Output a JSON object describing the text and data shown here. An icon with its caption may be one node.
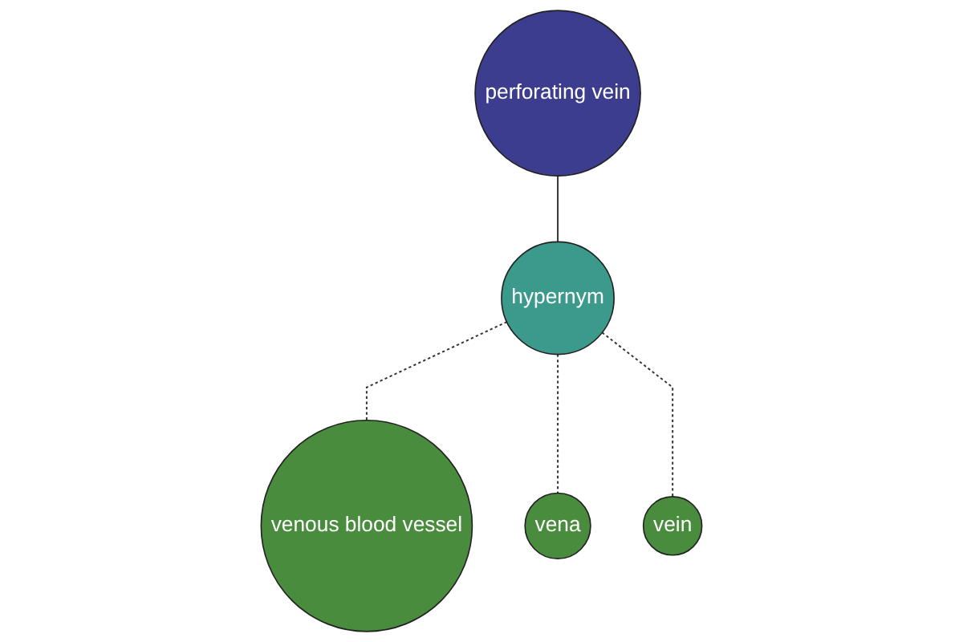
{
  "diagram": {
    "nodes": [
      {
        "text": [
          "perforating vein"
        ]
      },
      {
        "text": [
          "hypernym"
        ]
      },
      {
        "text": [
          "venous blood vessel"
        ]
      },
      {
        "text": [
          "vena"
        ]
      },
      {
        "text": [
          "vein"
        ]
      }
    ],
    "edges": [
      {
        "from": 0,
        "to": 1,
        "arrow": "none"
      },
      {
        "from": 1,
        "to": 2,
        "arrow": "none",
        "style": "dashed"
      },
      {
        "from": 1,
        "to": 3,
        "arrow": "none",
        "style": "dashed"
      },
      {
        "from": 1,
        "to": 4,
        "arrow": "none",
        "style": "dashed"
      }
    ]
  }
}
